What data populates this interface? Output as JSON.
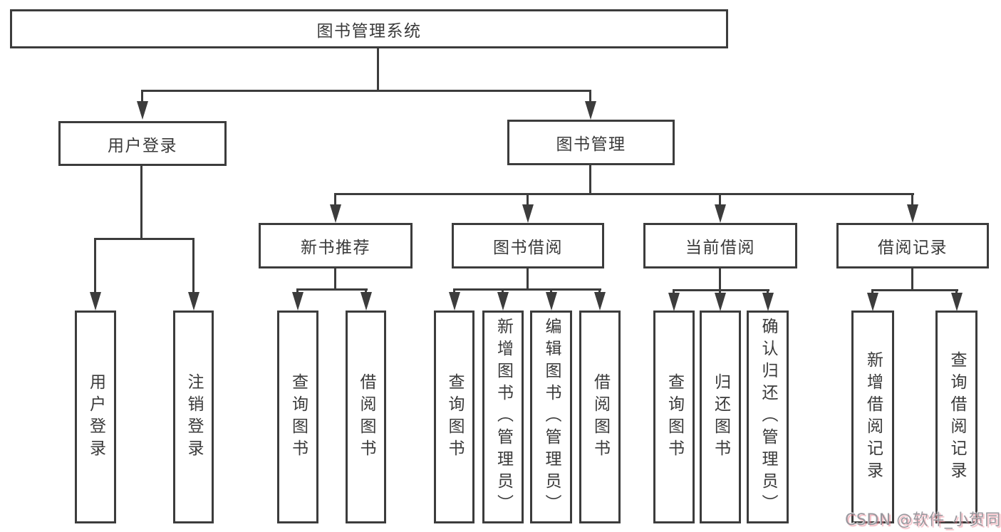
{
  "diagram_title": "图书管理系统",
  "tree": {
    "root": {
      "label": "图书管理系统"
    },
    "branches": [
      {
        "label": "用户登录",
        "children": [
          "用户登录",
          "注销登录"
        ]
      },
      {
        "label": "图书管理",
        "groups": [
          {
            "label": "新书推荐",
            "children": [
              "查询图书",
              "借阅图书"
            ]
          },
          {
            "label": "图书借阅",
            "children": [
              "查询图书",
              "新增图书（管理员）",
              "编辑图书（管理员）",
              "借阅图书"
            ]
          },
          {
            "label": "当前借阅",
            "children": [
              "查询图书",
              "归还图书",
              "确认归还（管理员）"
            ]
          },
          {
            "label": "借阅记录",
            "children": [
              "新增借阅记录",
              "查询借阅记录"
            ]
          }
        ]
      }
    ]
  },
  "watermark": "CSDN @软件_小贺同学",
  "colors": {
    "background": "#ffffff",
    "line": "#3c3c3c",
    "text": "#3a3a3a",
    "watermark": "#98989e",
    "watermark_shadow": "#eb7d8c"
  }
}
